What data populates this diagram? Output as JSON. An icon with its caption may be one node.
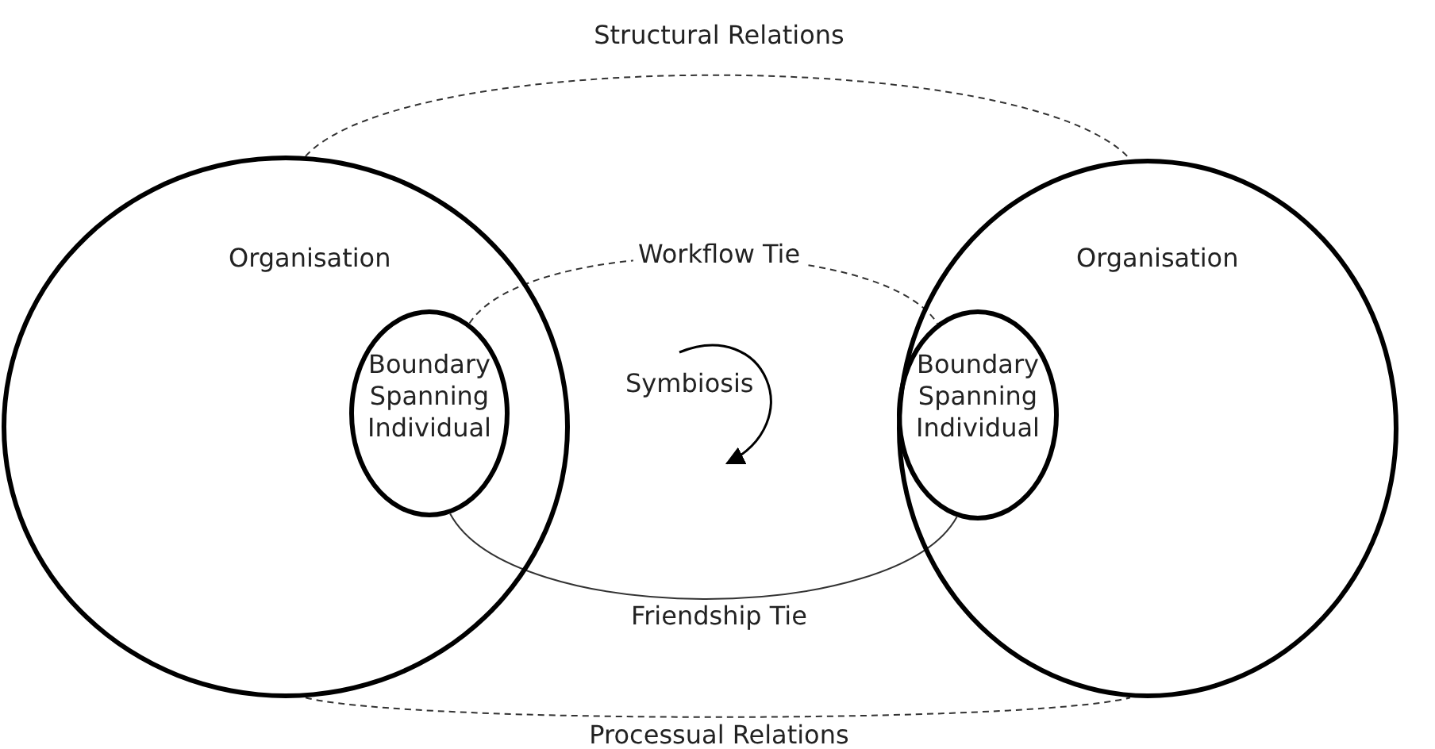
{
  "diagram": {
    "nodes": [
      {
        "text": [
          "Organisation"
        ]
      },
      {
        "text": [
          "Boundary Spanning Individual"
        ],
        "in": 0
      },
      {
        "text": [
          "Organisation"
        ]
      },
      {
        "text": [
          "Boundary Spanning Individual"
        ],
        "in": 2
      }
    ],
    "edges": [
      {
        "from": 0,
        "to": 2,
        "arrow": "none",
        "label": "Structural Relations",
        "style": "dashed"
      },
      {
        "from": 1,
        "to": 3,
        "arrow": "none",
        "label": "Workflow Tie",
        "style": "dashed"
      },
      {
        "from": 1,
        "to": 3,
        "arrow": "none",
        "label": "Friendship Tie"
      },
      {
        "from": 0,
        "to": 2,
        "arrow": "none",
        "label": "Processual Relations",
        "style": "dashed"
      }
    ],
    "labels": [
      "Symbiosis"
    ]
  }
}
